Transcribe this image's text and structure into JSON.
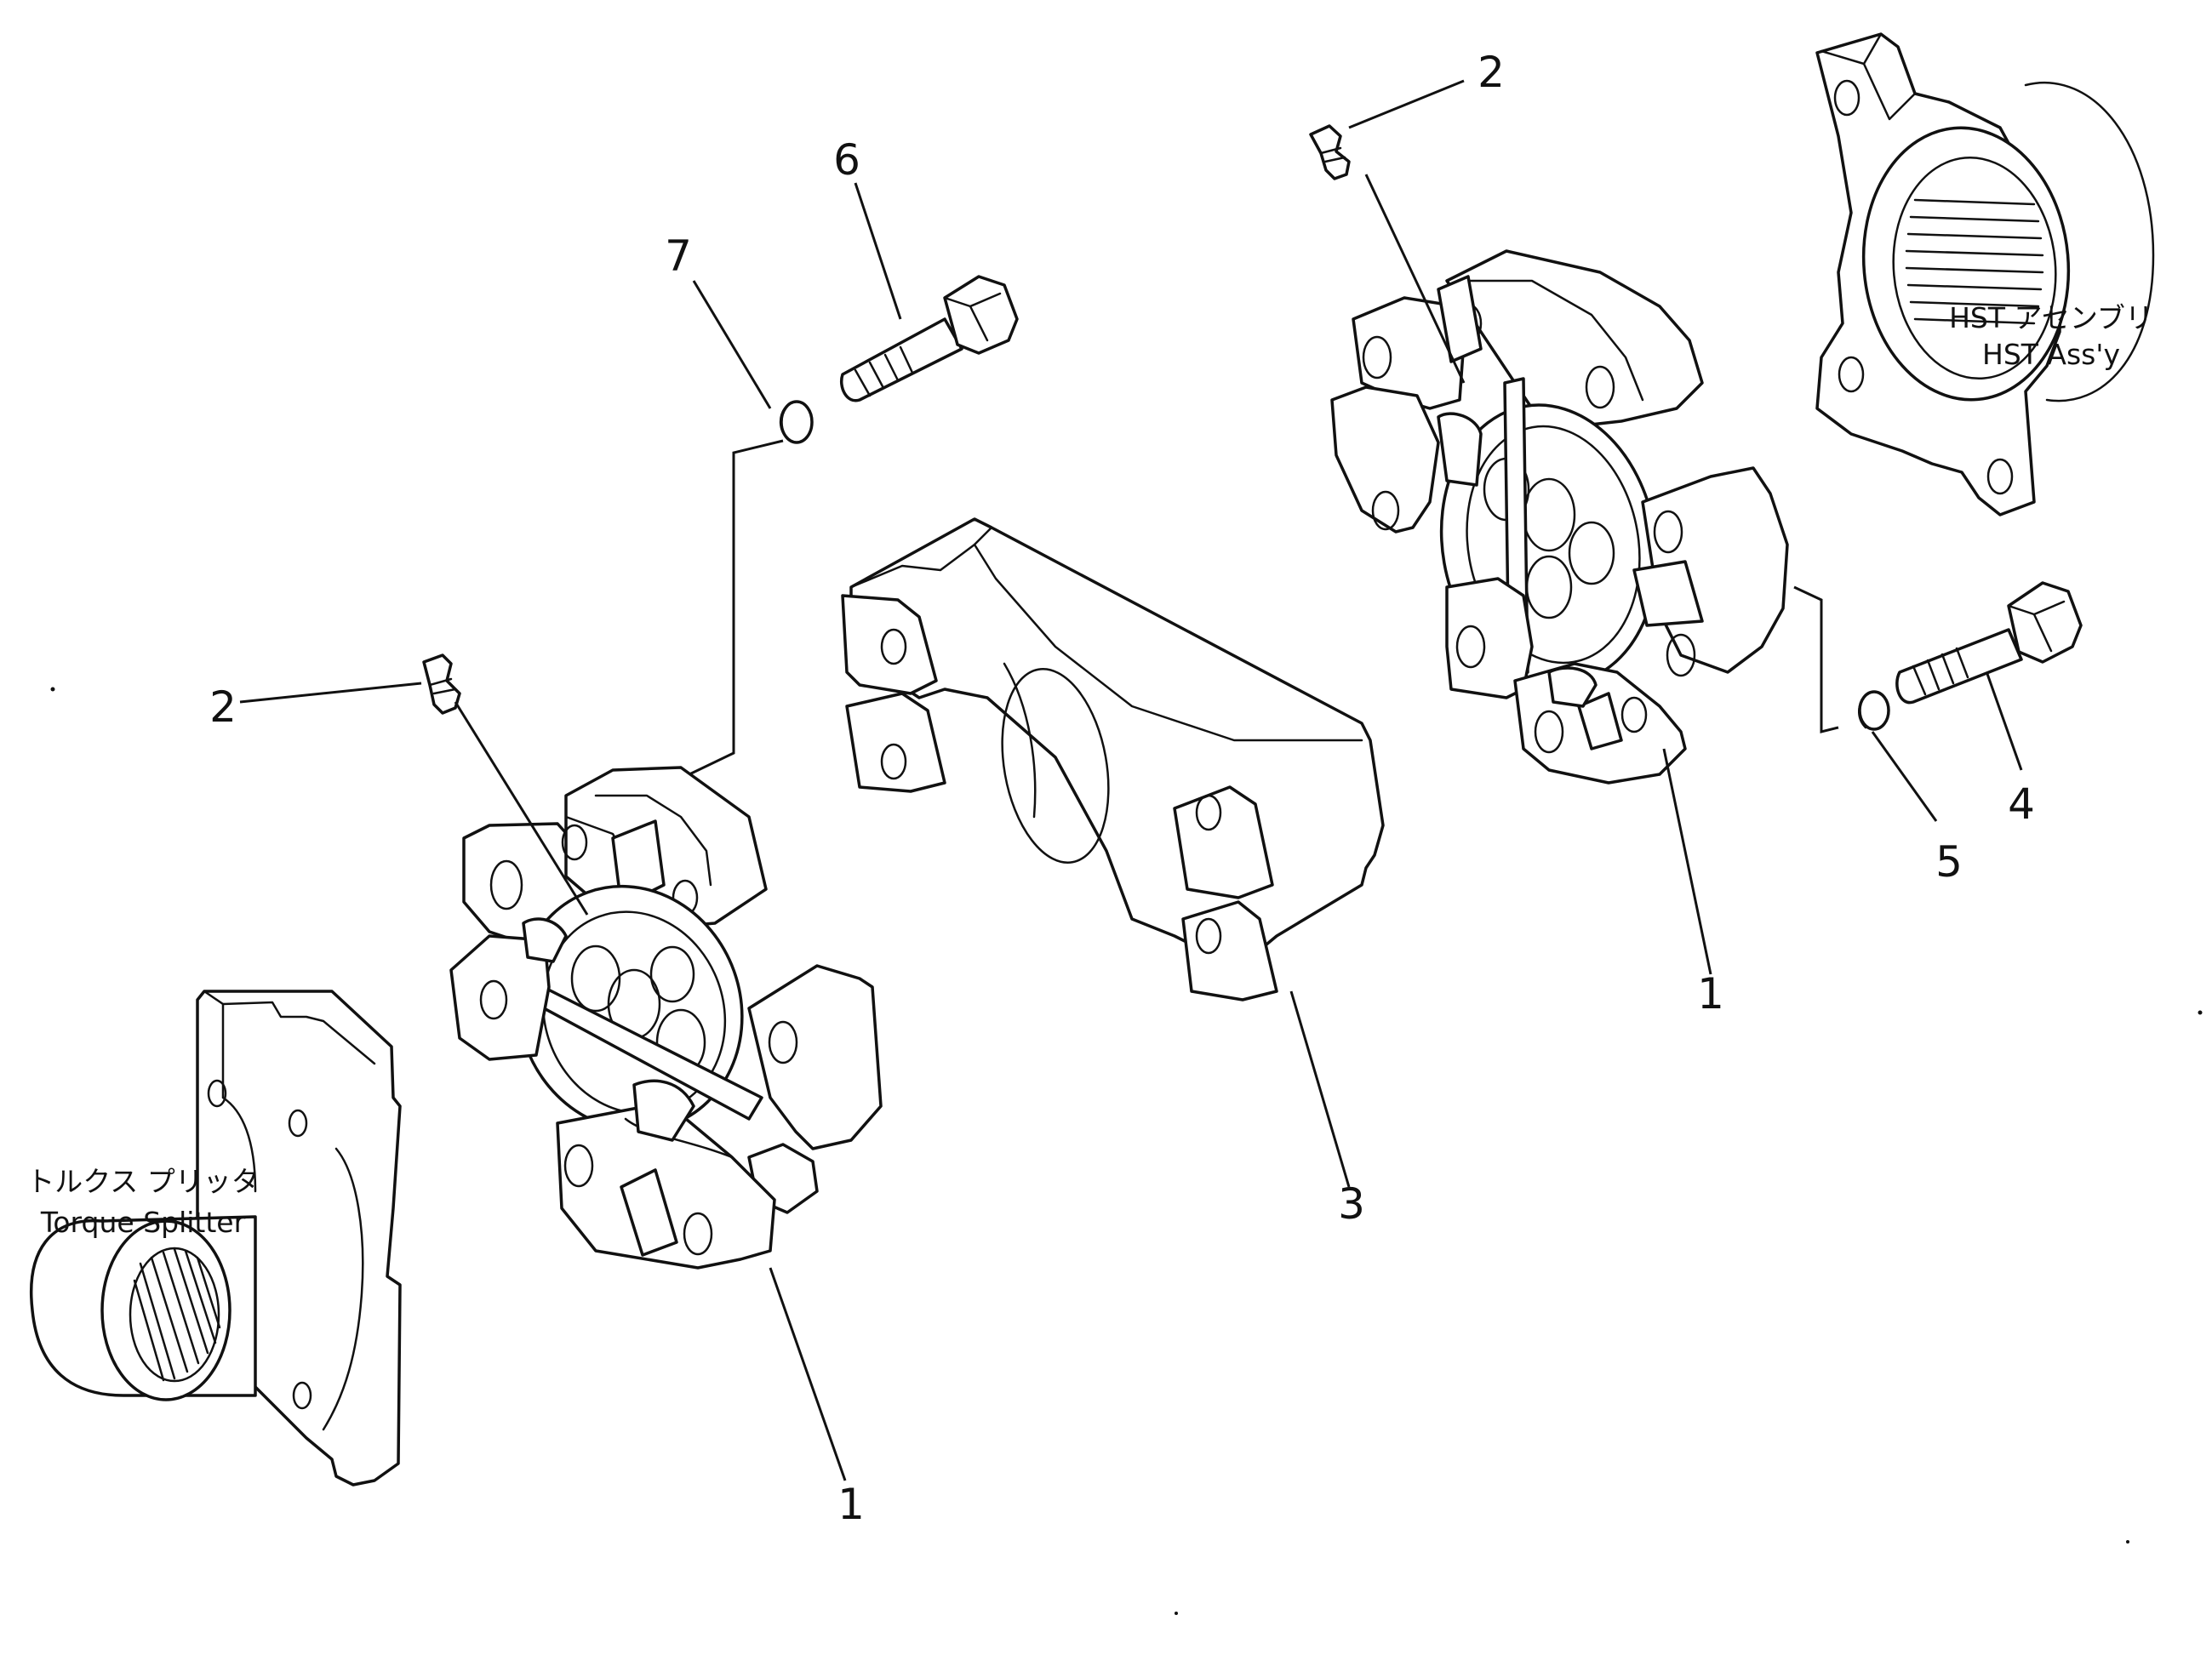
{
  "callouts": {
    "c1_left": "1",
    "c1_right": "1",
    "c2_left": "2",
    "c2_right": "2",
    "c3": "3",
    "c4": "4",
    "c5": "5",
    "c6": "6",
    "c7": "7"
  },
  "notes": {
    "torque_splitter_jp": "トルクス プリッタ",
    "torque_splitter_en": "Torque Splitter",
    "hst_assy_jp": "HST アセンブリ",
    "hst_assy_en": "HST Ass'y"
  }
}
